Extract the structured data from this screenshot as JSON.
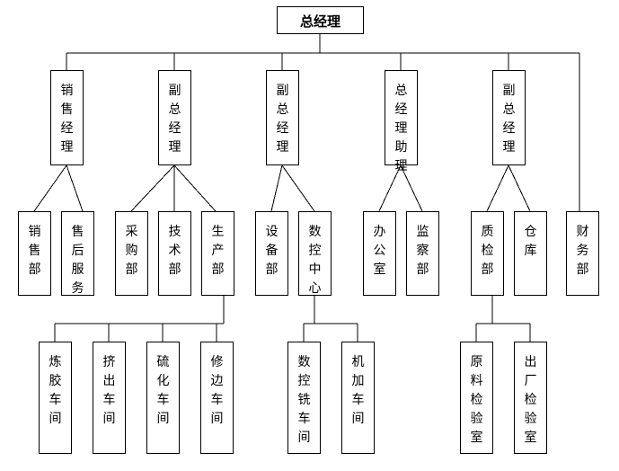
{
  "root": "总经理",
  "level1": [
    "销售经理",
    "副总经理",
    "副总经理",
    "总经理助理",
    "副总经理",
    "财务部"
  ],
  "level2": [
    "销售部",
    "售后服务",
    "采购部",
    "技术部",
    "生产部",
    "设备部",
    "数控中心",
    "办公室",
    "监察部",
    "质检部",
    "仓库"
  ],
  "level3": [
    "炼胶车间",
    "挤出车间",
    "硫化车间",
    "修边车间",
    "数控铣车间",
    "机加车间",
    "原料检验室",
    "出厂检验室"
  ]
}
